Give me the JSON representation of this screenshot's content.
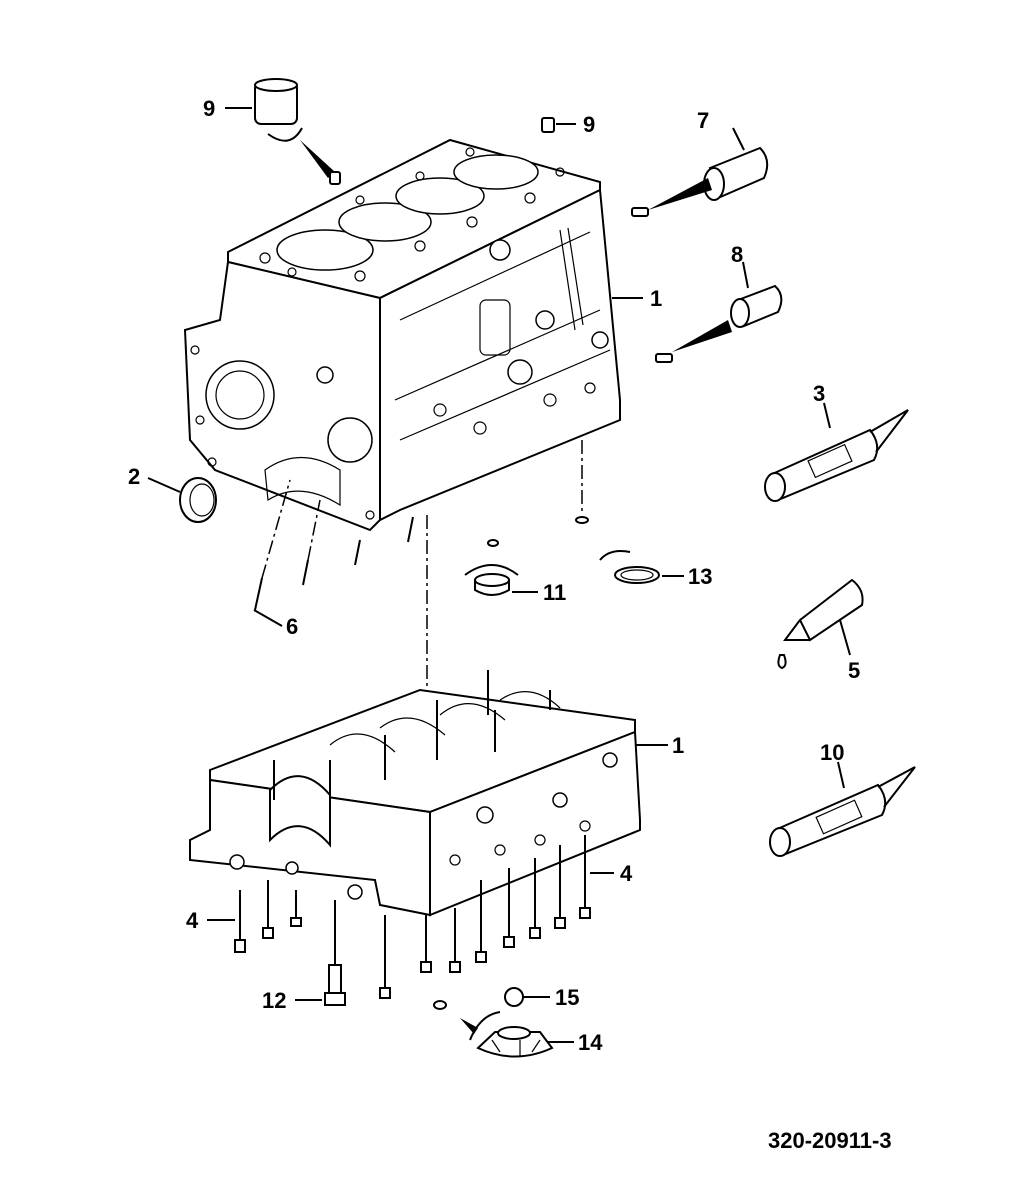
{
  "diagram": {
    "reference_number": "320-20911-3",
    "callouts": {
      "c1_upper": "1",
      "c1_lower": "1",
      "c2": "2",
      "c3": "3",
      "c4_right": "4",
      "c4_left": "4",
      "c5": "5",
      "c6": "6",
      "c7": "7",
      "c8": "8",
      "c9_left": "9",
      "c9_right": "9",
      "c10": "10",
      "c11": "11",
      "c12": "12",
      "c13": "13",
      "c14": "14",
      "c15": "15"
    },
    "colors": {
      "line": "#000000",
      "background": "#ffffff"
    }
  }
}
